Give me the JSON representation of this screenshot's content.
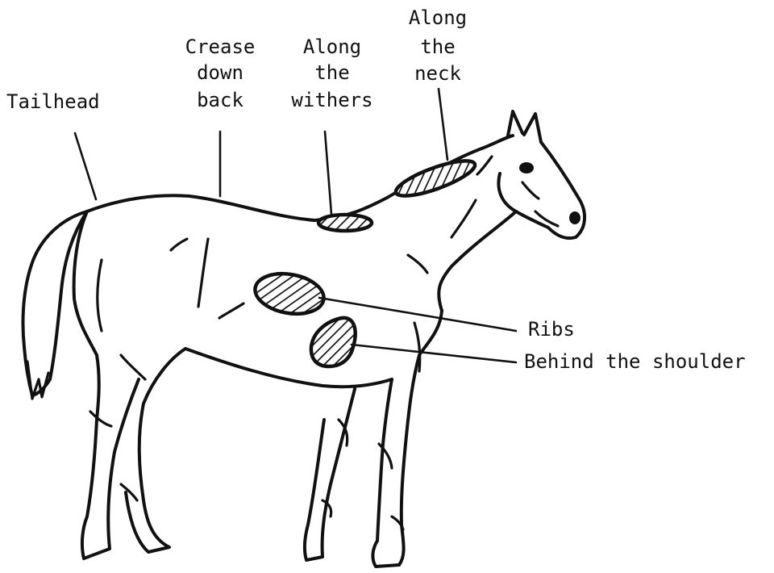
{
  "labels": {
    "tailhead": "Tailhead",
    "crease": [
      "Crease",
      "down",
      "back"
    ],
    "withers": [
      "Along",
      "the",
      "withers"
    ],
    "neck": [
      "Along",
      "the",
      "neck"
    ],
    "ribs": "Ribs",
    "shoulder": "Behind the shoulder"
  }
}
